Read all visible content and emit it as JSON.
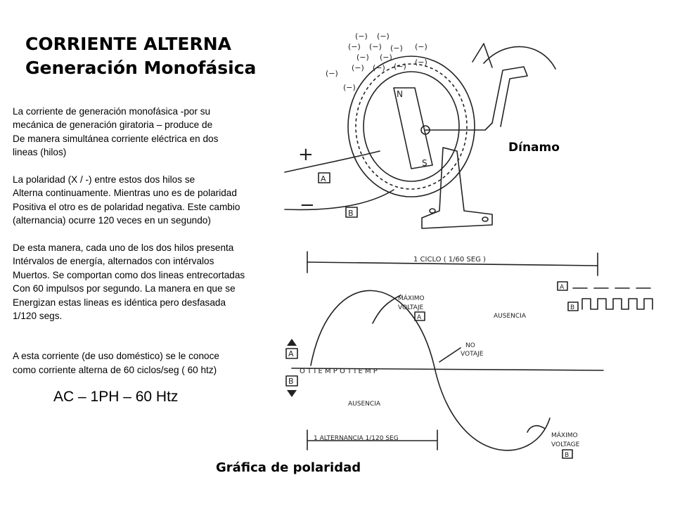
{
  "title": {
    "line1": "CORRIENTE ALTERNA",
    "line2": "Generación Monofásica"
  },
  "paragraphs": [
    "La corriente de generación monofásica -por su\nmecánica de generación giratoria – produce de\nDe manera simultánea corriente eléctrica en dos\nlineas (hilos)",
    "La polaridad (X / -) entre estos dos hilos se\nAlterna continuamente. Mientras uno es de polaridad\nPositiva el otro es de polaridad negativa. Este cambio\n(alternancia) ocurre 120 veces en un segundo)",
    "De esta manera, cada uno de los dos hilos presenta\nIntérvalos de energía, alternados con intérvalos\nMuertos. Se comportan como dos lineas entrecortadas\nCon 60 impulsos por segundo. La manera en que se\nEnergizan estas lineas es idéntica pero desfasada\n1/120 segs.",
    "A esta corriente (de uso doméstico) se le conoce\ncomo corriente alterna de 60 ciclos/seg ( 60 htz)"
  ],
  "ac_label": "AC – 1PH – 60 Htz",
  "dinamo_label": "Dínamo",
  "grafica_label": "Gráfica de polaridad",
  "sketch": {
    "electron": "(−)",
    "pole_n": "N",
    "pole_s": "S",
    "plus": "+",
    "minus": "−",
    "wire_a": "A",
    "wire_b": "B",
    "ciclo": "1 CICLO ( 1/60 SEG )",
    "maximo_voltaje": "MÁXIMO",
    "voltaje": "VOLTAJE",
    "voltage_b": "VOLTAGE",
    "no": "NO",
    "no_voltaje": "VOTAJE",
    "ausencia": "AUSENCIA",
    "tiempo_axis": "O   T   I   E   M   P   O       T   I   E   M   P",
    "alternancia": "1 ALTERNANCIA 1/120 SEG"
  }
}
